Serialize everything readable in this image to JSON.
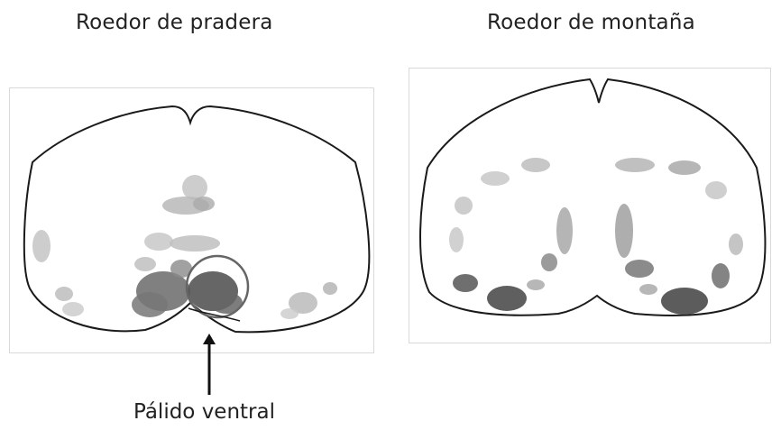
{
  "titles": {
    "left": "Roedor de pradera",
    "right": "Roedor de montaña"
  },
  "callout_label": "Pálido ventral",
  "colors": {
    "outline": "#1a1a1a",
    "stain_light": "#c4c4c4",
    "stain_mid": "#9a9a9a",
    "stain_dark": "#555555",
    "circle": "#666666"
  }
}
